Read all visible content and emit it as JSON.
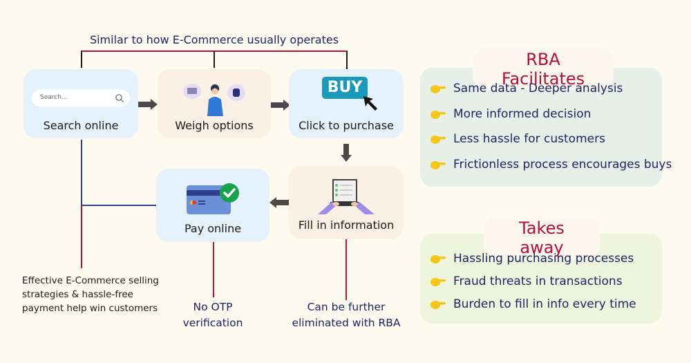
{
  "header": {
    "caption": "Similar to how E-Commerce usually operates"
  },
  "steps": [
    {
      "label": "Search online",
      "search_placeholder": "Search..."
    },
    {
      "label": "Weigh options"
    },
    {
      "label": "Click to purchase",
      "button_text": "BUY"
    },
    {
      "label": "Fill in information"
    },
    {
      "label": "Pay online"
    }
  ],
  "notes": {
    "left": [
      "Effective E-Commerce selling",
      "strategies & hassle-free",
      "payment help win customers"
    ],
    "pay": [
      "No OTP",
      "verification"
    ],
    "fill": [
      "Can be further",
      "eliminated with RBA"
    ]
  },
  "facilitates": {
    "title": "RBA Facilitates",
    "items": [
      "Same data - Deeper analysis",
      "More informed decision",
      "Less hassle for customers",
      "Frictionless process encourages buys"
    ]
  },
  "takes_away": {
    "title": "Takes away",
    "items": [
      "Hassling purchasing processes",
      "Fraud threats in transactions",
      "Burden to fill in info every time"
    ]
  },
  "colors": {
    "accent_red": "#c8102e",
    "title_red": "#b5103a",
    "navy": "#1e2366",
    "buy_teal": "#1a9ab8",
    "check_green": "#16a34a"
  }
}
